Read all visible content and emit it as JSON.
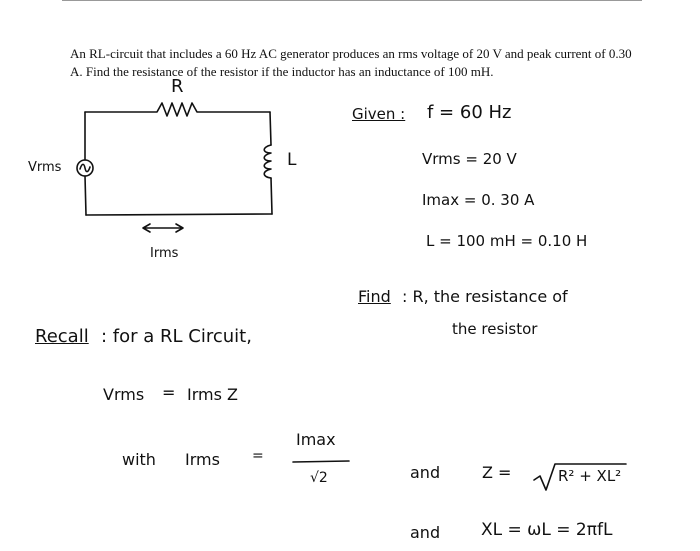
{
  "problem": {
    "text": "An RL-circuit that includes a 60 Hz AC generator produces an rms voltage of 20 V and peak current of 0.30 A. Find the resistance of the resistor if the inductor has an inductance of 100 mH."
  },
  "circuit": {
    "resistor_label": "R",
    "inductor_label": "L",
    "voltage_label": "Vrms",
    "current_label": "Irms"
  },
  "given": {
    "heading": "Given :",
    "lines": [
      "f = 60 Hz",
      "Vrms = 20 V",
      "Imax = 0. 30 A",
      "L = 100 mH = 0.10 H"
    ]
  },
  "find": {
    "heading": "Find",
    "line1": ": R, the resistance of",
    "line2": "the resistor"
  },
  "recall": {
    "heading": "Recall",
    "text": ": for a RL Circuit,",
    "eq1_lhs": "Vrms",
    "eq1_eq": "=",
    "eq1_rhs": "Irms Z",
    "eq2_with": "with",
    "eq2_lhs": "Irms",
    "eq2_eq": "=",
    "eq2_num": "Imax",
    "eq2_den": "√2",
    "and1": "and",
    "z_eq": "Z =",
    "z_root": "R² + XL²",
    "and2": "and",
    "xl_eq": "XL = ωL = 2πfL"
  }
}
